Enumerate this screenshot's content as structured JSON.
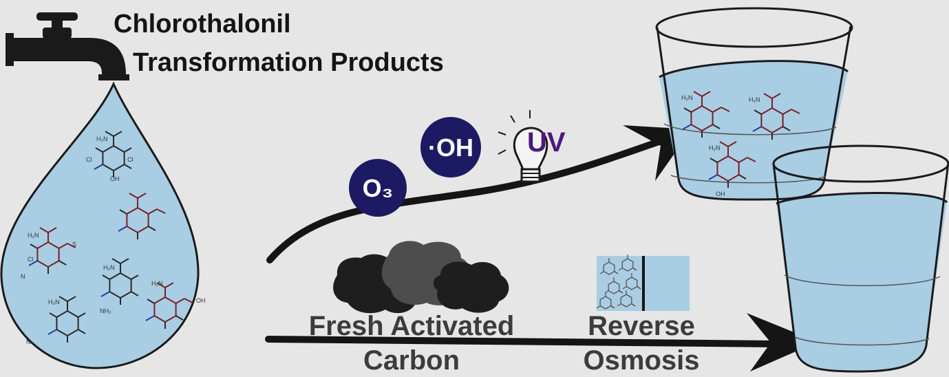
{
  "title": {
    "line1": "Chlorothalonil",
    "line2": "Transformation Products"
  },
  "oxidants": {
    "ozone": "O₃",
    "hydroxyl": "·OH",
    "uv": "UV"
  },
  "treatments": {
    "activated_carbon": {
      "line1": "Fresh Activated",
      "line2": "Carbon"
    },
    "reverse_osmosis": {
      "line1": "Reverse",
      "line2": "Osmosis"
    }
  },
  "colors": {
    "background": "#e6e6e6",
    "water": "#a9cde3",
    "oxidant_circle": "#1c1a63",
    "uv_text": "#4b1a7a",
    "arrow": "#151515",
    "molecule_dark": "#2a2a2a",
    "molecule_red": "#7a1f26",
    "nitrile_blue": "#1d3ea3"
  },
  "icons": [
    "faucet-icon",
    "lightbulb-icon",
    "drinking-glass-icon",
    "membrane-icon",
    "activated-carbon-icon"
  ]
}
